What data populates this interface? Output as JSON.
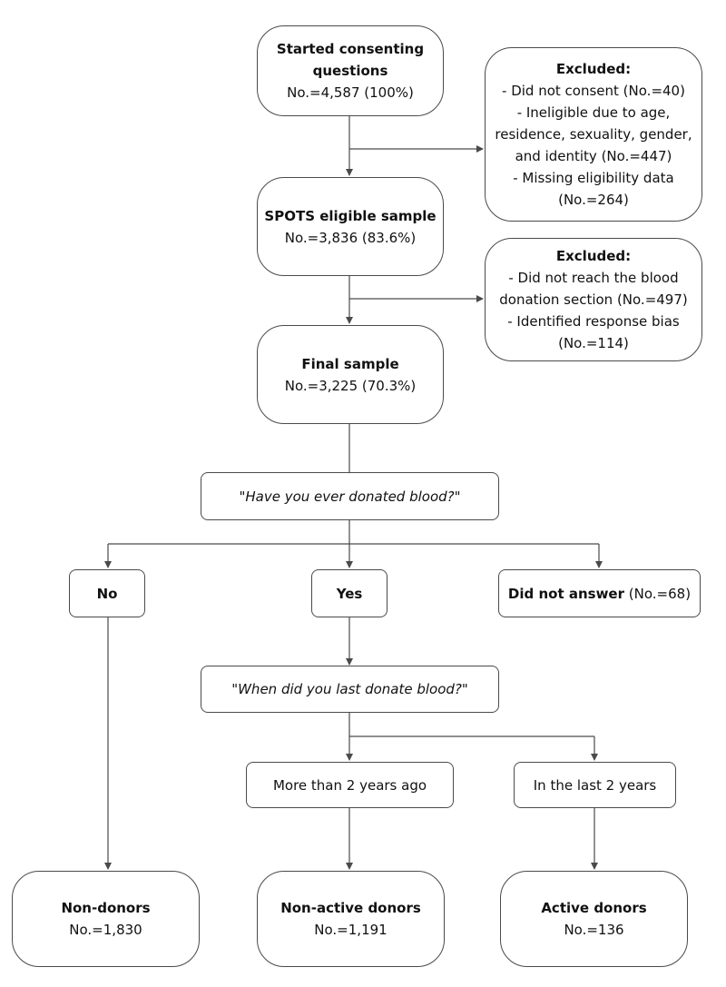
{
  "start": {
    "title_line1": "Started consenting",
    "title_line2": "questions",
    "count": "No.=4,587 (100%)"
  },
  "excluded1": {
    "heading": "Excluded:",
    "lines": [
      "- Did not consent (No.=40)",
      "- Ineligible due to age,",
      "residence, sexuality, gender,",
      "and identity (No.=447)",
      "- Missing eligibility data",
      "(No.=264)"
    ]
  },
  "eligible": {
    "title": "SPOTS eligible sample",
    "count": "No.=3,836 (83.6%)"
  },
  "excluded2": {
    "heading": "Excluded:",
    "lines": [
      "- Did not reach the blood",
      "donation section (No.=497)",
      "- Identified response bias",
      "(No.=114)"
    ]
  },
  "final": {
    "title": "Final sample",
    "count": "No.=3,225 (70.3%)"
  },
  "q1": {
    "text": "\"Have you ever donated blood?\""
  },
  "answers": {
    "no": "No",
    "yes": "Yes",
    "did_not_answer_label": "Did not answer",
    "did_not_answer_count": "(No.=68)"
  },
  "q2": {
    "text": "\"When did you last donate blood?\""
  },
  "timing": {
    "more_than_2": "More than 2 years ago",
    "last_2": "In the last 2 years"
  },
  "outcomes": {
    "non_donors": {
      "title": "Non-donors",
      "count": "No.=1,830"
    },
    "non_active": {
      "title": "Non-active donors",
      "count": "No.=1,191"
    },
    "active": {
      "title": "Active donors",
      "count": "No.=136"
    }
  },
  "colors": {
    "line": "#4a4a4a",
    "border": "#4a4a4a",
    "text": "#111111"
  }
}
